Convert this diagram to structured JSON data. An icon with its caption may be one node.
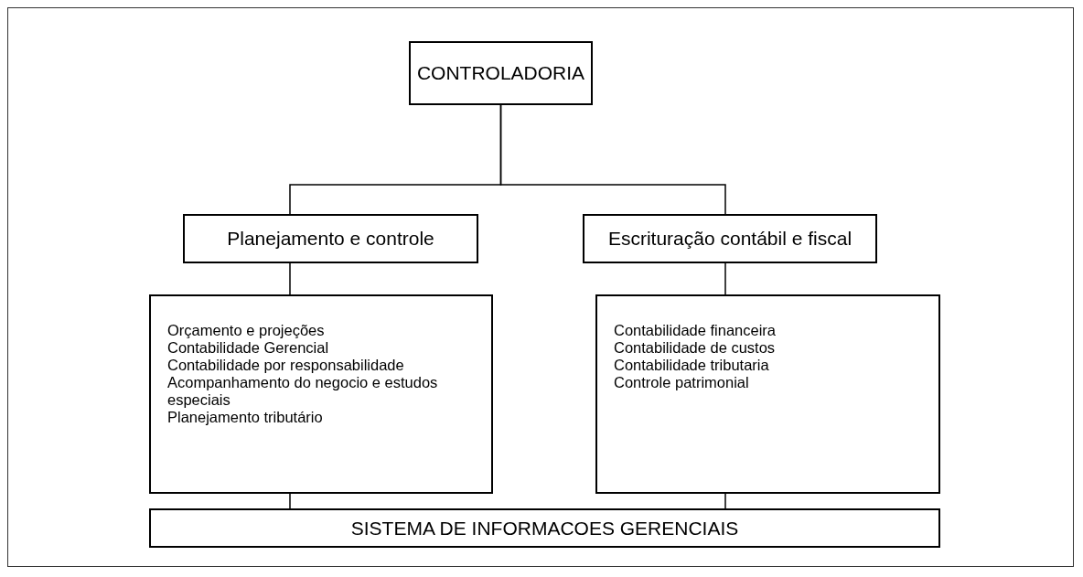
{
  "diagram": {
    "nodes": [
      {
        "text": [
          "CONTROLADORIA"
        ]
      },
      {
        "text": [
          "Planejamento e controle"
        ]
      },
      {
        "text": [
          "Escrituração contábil e fiscal"
        ]
      },
      {
        "text": [
          "Orçamento e projeções",
          "Contabilidade Gerencial",
          "Contabilidade por responsabilidade",
          "Acompanhamento do negocio e estudos especiais",
          "Planejamento tributário"
        ]
      },
      {
        "text": [
          "Contabilidade financeira",
          "Contabilidade de custos",
          "Contabilidade tributaria",
          "Controle patrimonial"
        ]
      },
      {
        "text": [
          "SISTEMA DE INFORMACOES GERENCIAIS"
        ]
      }
    ],
    "edges": [
      {
        "from": 0,
        "to": 1,
        "arrow": "none"
      },
      {
        "from": 0,
        "to": 2,
        "arrow": "none"
      },
      {
        "from": 1,
        "to": 3,
        "arrow": "none"
      },
      {
        "from": 2,
        "to": 4,
        "arrow": "none"
      },
      {
        "from": 3,
        "to": 5,
        "arrow": "none"
      },
      {
        "from": 4,
        "to": 5,
        "arrow": "none"
      }
    ]
  }
}
